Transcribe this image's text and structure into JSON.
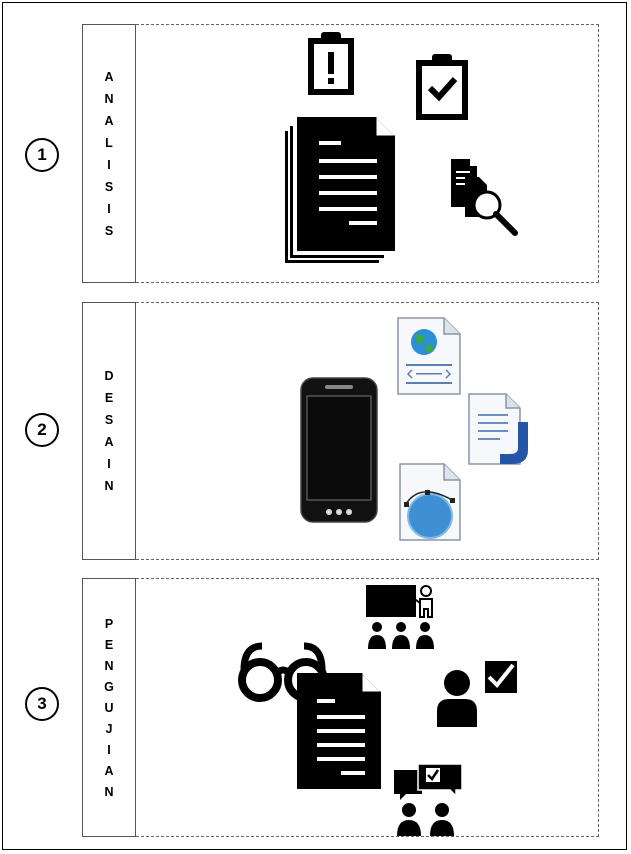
{
  "steps": [
    {
      "number": "1",
      "letters": [
        "A",
        "N",
        "A",
        "L",
        "I",
        "S",
        "I",
        "S"
      ]
    },
    {
      "number": "2",
      "letters": [
        "D",
        "E",
        "S",
        "A",
        "I",
        "N"
      ]
    },
    {
      "number": "3",
      "letters": [
        "P",
        "E",
        "N",
        "G",
        "U",
        "J",
        "I",
        "A",
        "N"
      ]
    }
  ]
}
